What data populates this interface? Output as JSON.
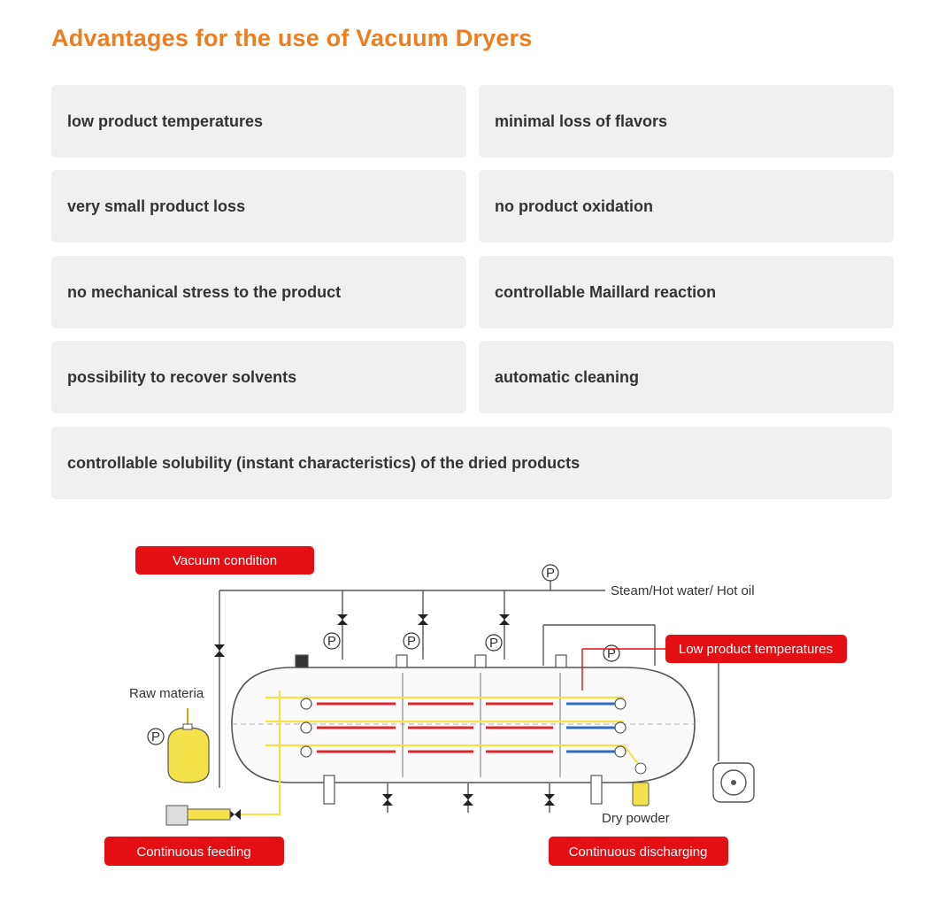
{
  "title": "Advantages for the use of Vacuum Dryers",
  "advantages": [
    "low product temperatures",
    "minimal loss of flavors",
    "very small product loss",
    "no product oxidation",
    "no mechanical stress to the product",
    "controllable Maillard reaction",
    "possibility to recover solvents",
    "automatic cleaning",
    "controllable solubility (instant characteristics) of the dried products"
  ],
  "diagram": {
    "badges": {
      "vacuum": "Vacuum condition",
      "low_temp": "Low product temperatures",
      "feeding": "Continuous feeding",
      "discharging": "Continuous discharging"
    },
    "labels": {
      "heat_source": "Steam/Hot water/ Hot oil",
      "raw_material": "Raw materia",
      "dry_powder": "Dry powder",
      "pressure_gauge": "P"
    },
    "colors": {
      "accent_title": "#ee7d1f",
      "badge_red": "#e30f13",
      "hot_pipe": "#e0262d",
      "cold_pipe": "#2d6cc0",
      "feed_yellow": "#f3e24a"
    }
  }
}
